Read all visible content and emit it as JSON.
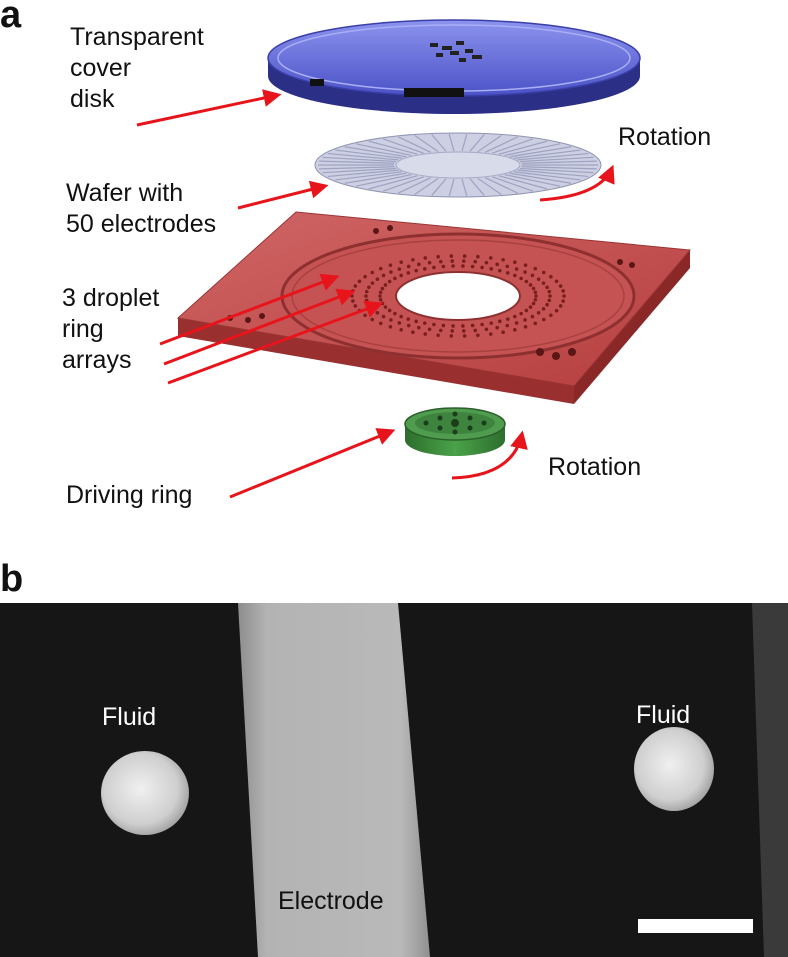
{
  "panel_a": {
    "letter": "a",
    "labels": {
      "cover": "Transparent\ncover\ndisk",
      "wafer": "Wafer with\n50 electrodes",
      "rotation_top": "Rotation",
      "droplet": "3 droplet\nring\narrays",
      "driving": "Driving ring",
      "rotation_bottom": "Rotation"
    },
    "colors": {
      "arrow": "#e8141c",
      "cover_disk": "#5b64d6",
      "wafer": "#c9cce0",
      "plate": "#c24a4a",
      "driving_ring": "#3a8a3a"
    }
  },
  "panel_b": {
    "letter": "b",
    "labels": {
      "fluid_left": "Fluid",
      "fluid_right": "Fluid",
      "electrode": "Electrode"
    },
    "colors": {
      "background": "#151515",
      "electrode": "#b6b6b6",
      "fluid": "#d9d9d9",
      "scale_bar": "#ffffff"
    }
  }
}
